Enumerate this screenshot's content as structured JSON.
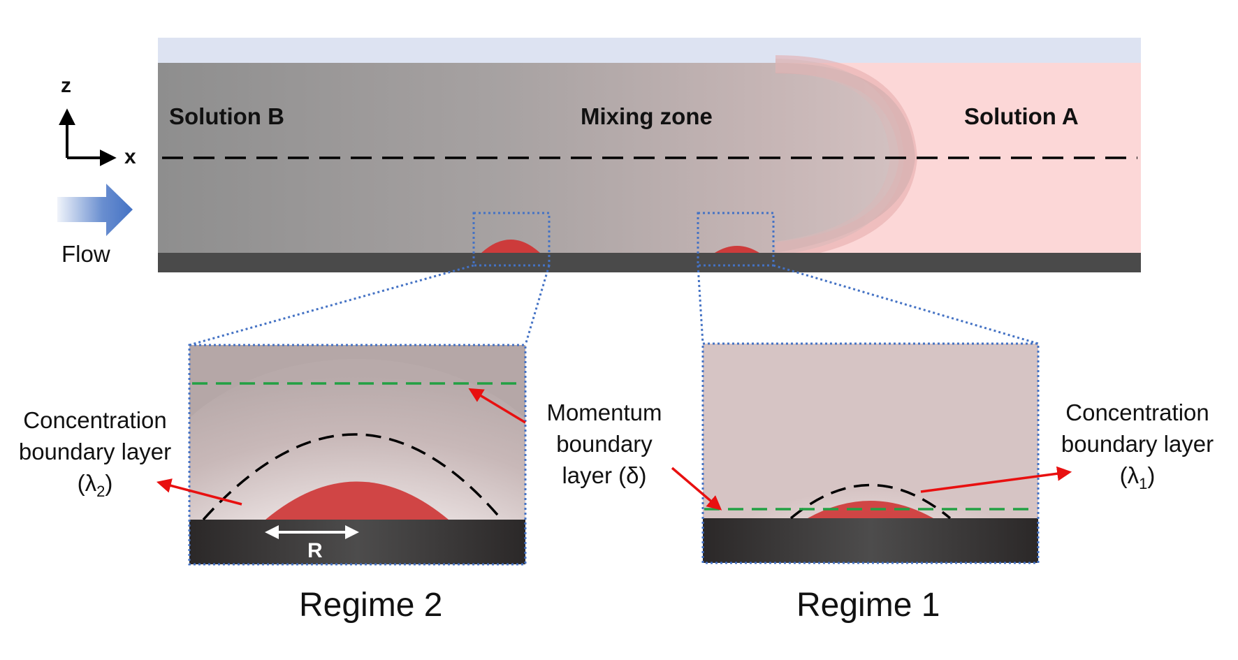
{
  "channel": {
    "left_label": "Solution B",
    "middle_label": "Mixing zone",
    "right_label": "Solution A"
  },
  "axes": {
    "z_label": "z",
    "x_label": "x"
  },
  "flow": {
    "label": "Flow"
  },
  "insets": {
    "left": {
      "title": "Regime 2",
      "radius_label": "R",
      "annotation_line1": "Concentration",
      "annotation_line2": "boundary layer",
      "annotation_line3_prefix": "(λ",
      "annotation_line3_sub": "2",
      "annotation_line3_suffix": ")"
    },
    "right": {
      "title": "Regime 1",
      "annotation_line1": "Concentration",
      "annotation_line2": "boundary layer",
      "annotation_line3_prefix": "(λ",
      "annotation_line3_sub": "1",
      "annotation_line3_suffix": ")"
    }
  },
  "momentum": {
    "line1": "Momentum",
    "line2": "boundary",
    "line3": "layer (δ)"
  },
  "colors": {
    "solution_b": "#8f8f8f",
    "solution_a": "#fcd7d7",
    "substrate": "#4a4a4a",
    "droplet": "#cd3b3b",
    "top_wall": "#dde3f2",
    "inset_frame": "#4472c4",
    "momentum_line": "#22a043",
    "arrow_red": "#e81010",
    "flow_arrow": "#4472c4"
  }
}
